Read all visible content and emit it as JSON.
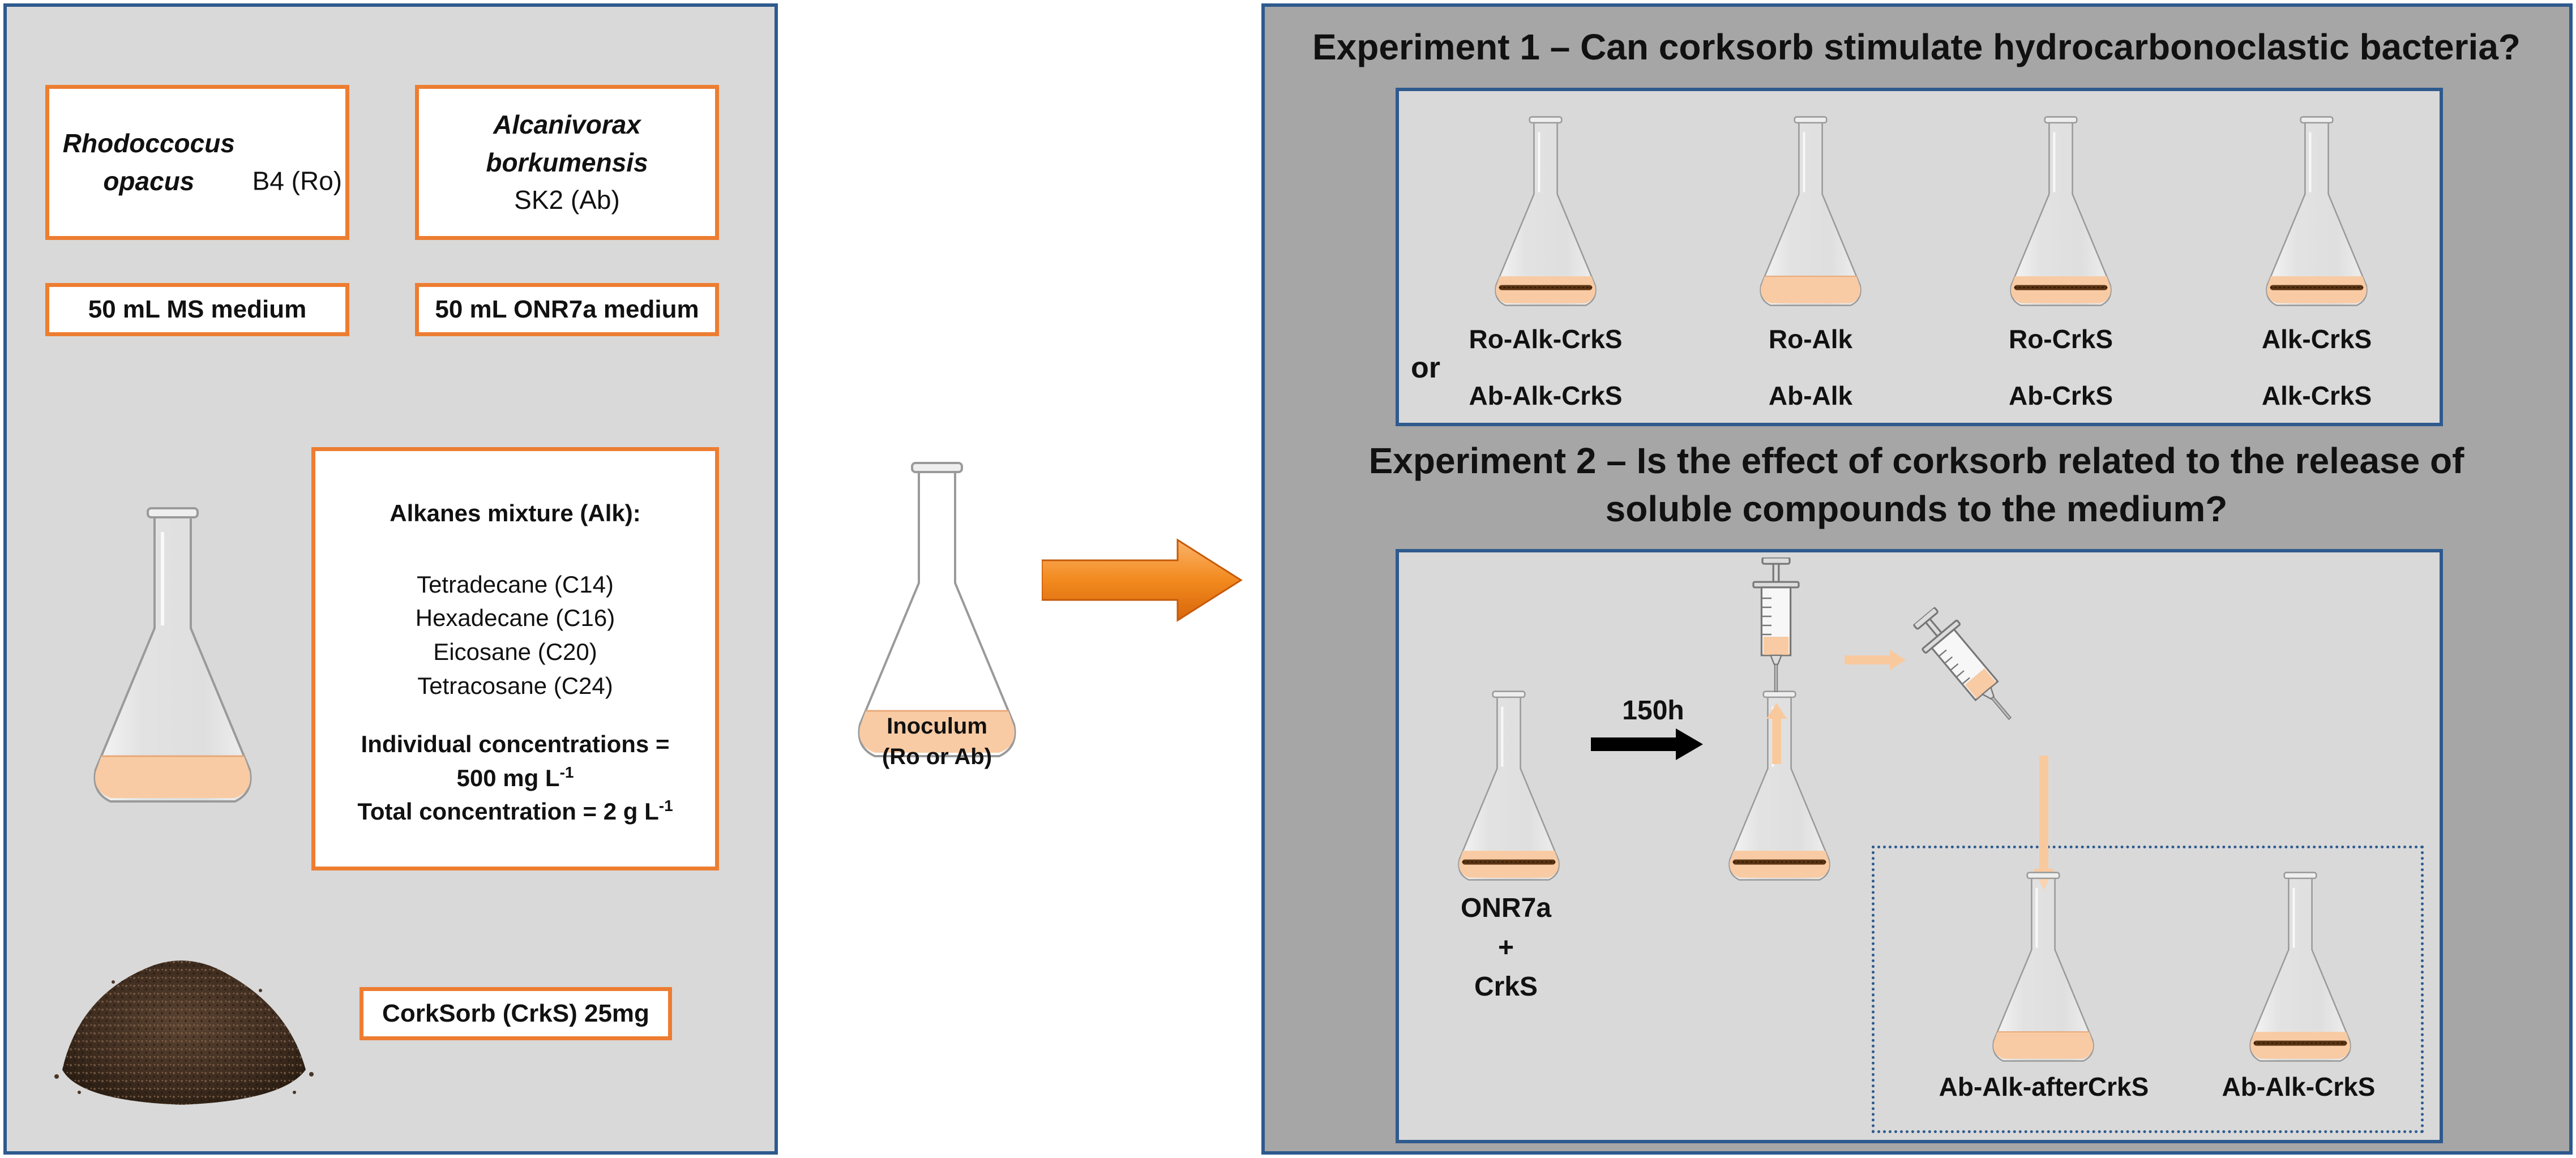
{
  "left_panel": {
    "strain_ro": {
      "italic": "Rhodoccocus opacus",
      "plain": " B4 (Ro)"
    },
    "strain_ab": {
      "italic": "Alcanivorax borkumensis",
      "plain": " SK2 (Ab)"
    },
    "medium_ms": "50 mL MS medium",
    "medium_onr7a": "50 mL ONR7a medium",
    "alkanes": {
      "title": "Alkanes mixture (Alk):",
      "items": [
        "Tetradecane (C14)",
        "Hexadecane (C16)",
        "Eicosane (C20)",
        "Tetracosane (C24)"
      ],
      "individual_line1": "Individual concentrations =",
      "individual_line2": "500 mg L",
      "individual_exp": "-1",
      "total": "Total concentration = 2 g L",
      "total_exp": "-1"
    },
    "corksorb": "CorkSorb (CrkS) 25mg"
  },
  "inoculum": {
    "line1": "Inoculum",
    "line2": "(Ro or Ab)"
  },
  "experiment1": {
    "title": "Experiment 1 – Can corksorb stimulate hydrocarbonoclastic bacteria?",
    "or_label": "or",
    "flasks": [
      {
        "top": "Ro-Alk-CrkS",
        "bottom": "Ab-Alk-CrkS"
      },
      {
        "top": "Ro-Alk",
        "bottom": "Ab-Alk"
      },
      {
        "top": "Ro-CrkS",
        "bottom": "Ab-CrkS"
      },
      {
        "top": "Alk-CrkS",
        "bottom": "Alk-CrkS"
      }
    ]
  },
  "experiment2": {
    "title_line1": "Experiment 2 – Is the effect of corksorb related to the release of",
    "title_line2": "soluble compounds to the medium?",
    "start_label": [
      "ONR7a",
      "+",
      "CrkS"
    ],
    "time_label": "150h",
    "result_left": "Ab-Alk-afterCrkS",
    "result_right": "Ab-Alk-CrkS"
  },
  "colors": {
    "panel_border": "#2e5a8e",
    "orange_box": "#ed7d31",
    "medium_fill": "#f8cba4",
    "corksorb_layer": "#5a3413",
    "arrow_orange": "#f28a1e",
    "pale_arrow": "#f9c99e"
  }
}
